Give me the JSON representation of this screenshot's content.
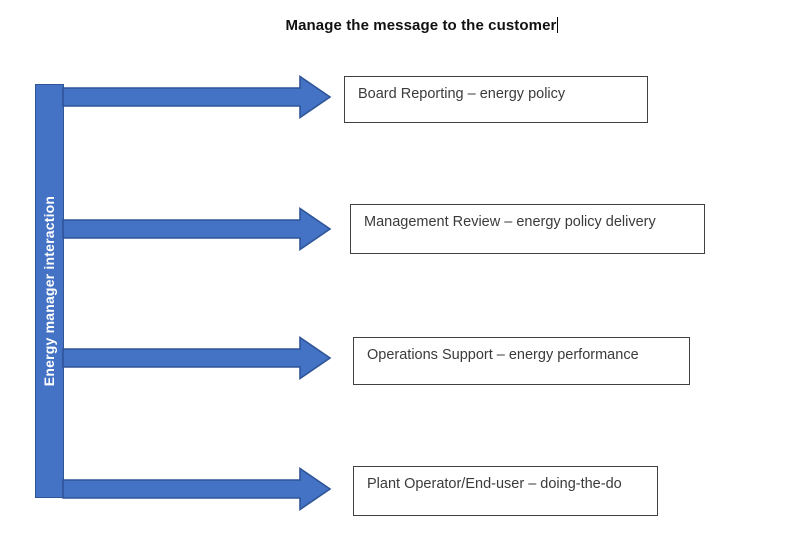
{
  "title": {
    "text": "Manage the message to the customer"
  },
  "bar": {
    "label": "Energy manager interaction"
  },
  "rows": [
    {
      "label": "Board Reporting – energy policy"
    },
    {
      "label": "Management Review – energy policy delivery"
    },
    {
      "label": "Operations Support – energy performance"
    },
    {
      "label": "Plant Operator/End-user – doing-the-do"
    }
  ],
  "colors": {
    "arrow_fill": "#4472C4",
    "arrow_border": "#2F5597",
    "box_border": "#404040",
    "text_color": "#3b3b3b",
    "bar_label_color": "#ffffff",
    "title_color": "#111111"
  }
}
